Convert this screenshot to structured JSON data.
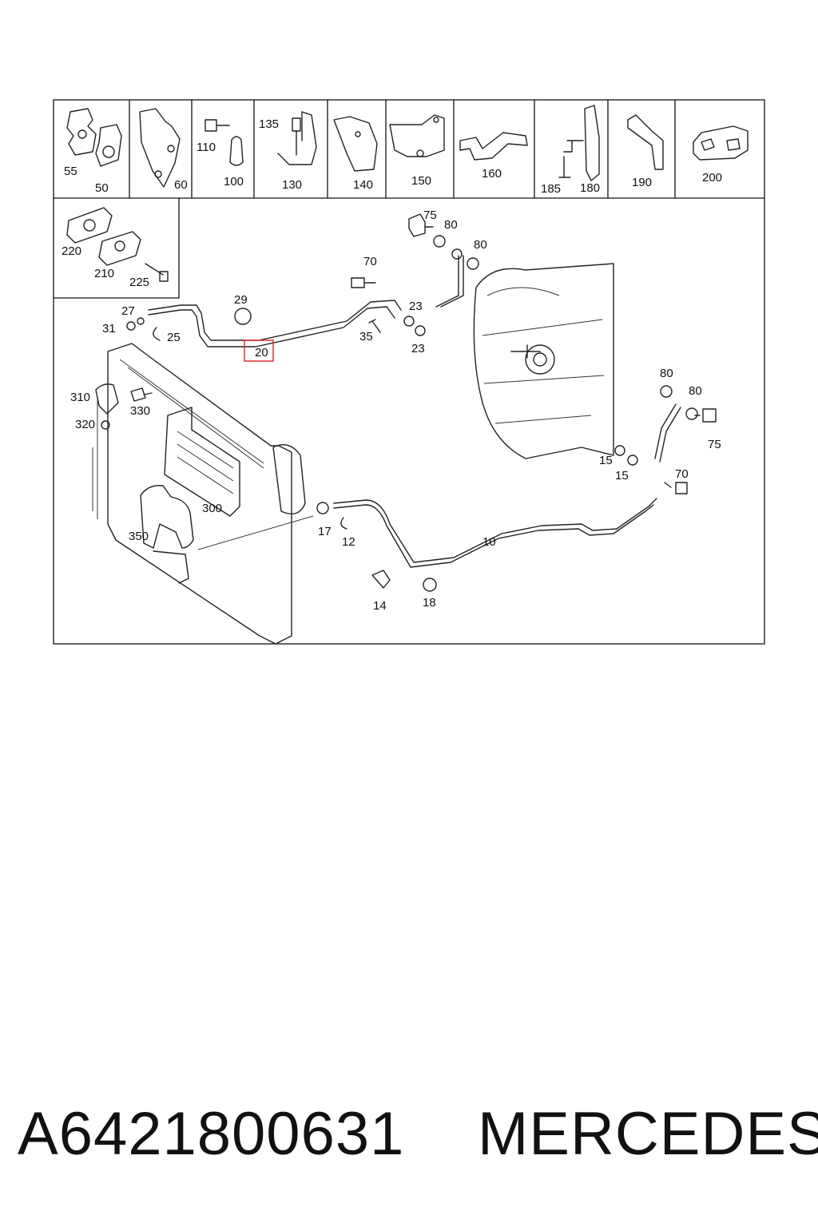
{
  "catalog_labels": {
    "top_row": [
      "55",
      "50",
      "60",
      "110",
      "100",
      "135",
      "130",
      "140",
      "150",
      "160",
      "185",
      "180",
      "190",
      "200"
    ],
    "second_box": [
      "220",
      "210",
      "225"
    ]
  },
  "callouts": {
    "c75a": "75",
    "c80a": "80",
    "c80b": "80",
    "c70a": "70",
    "c29": "29",
    "c27": "27",
    "c31": "31",
    "c25": "25",
    "c20": "20",
    "c23a": "23",
    "c23b": "23",
    "c35": "35",
    "c310": "310",
    "c330": "330",
    "c320": "320",
    "c300": "300",
    "c350": "350",
    "c17": "17",
    "c12": "12",
    "c14": "14",
    "c18": "18",
    "c10": "10",
    "c80c": "80",
    "c80d": "80",
    "c75b": "75",
    "c15a": "15",
    "c15b": "15",
    "c70b": "70"
  },
  "highlight": {
    "label": "20",
    "color": "#e03030"
  },
  "footer": {
    "part_number": "A6421800631",
    "brand": "MERCEDES"
  }
}
